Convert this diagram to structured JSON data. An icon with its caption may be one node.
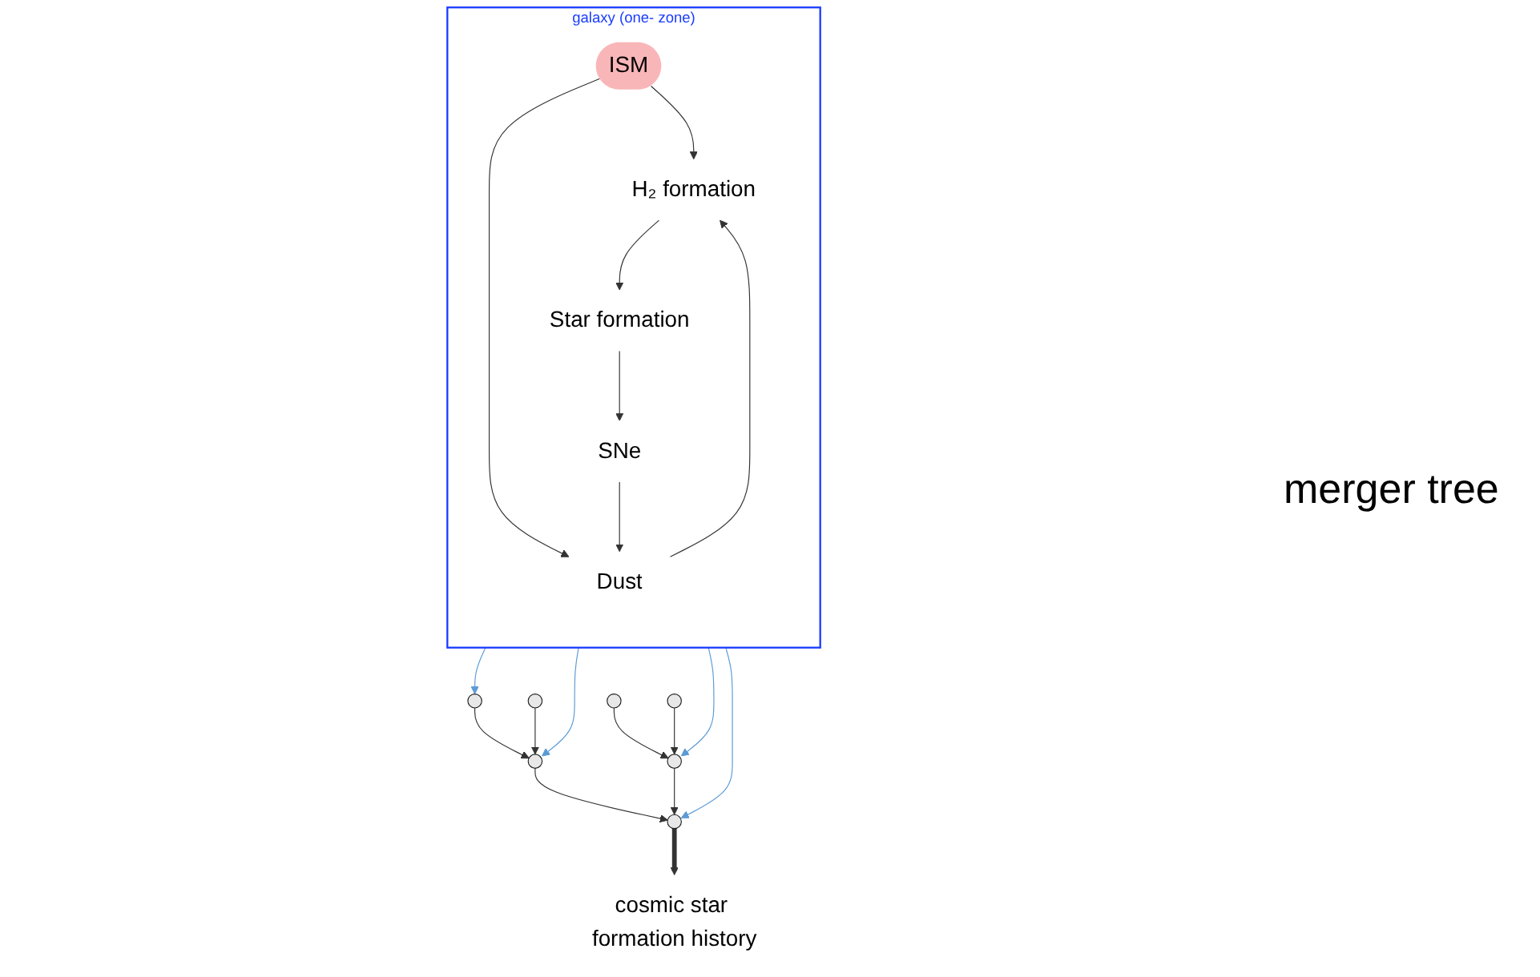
{
  "diagram": {
    "nodes": [
      {
        "text": [
          "galaxy (one- zone)"
        ]
      },
      {
        "text": [
          "ISM"
        ],
        "in": 0
      },
      {
        "text": [
          "SNe"
        ],
        "in": 0
      },
      {
        "text": [
          "Dust"
        ],
        "in": 0
      },
      {
        "text": [
          "H₂ formation"
        ],
        "in": 0
      },
      {
        "text": [
          "Star formation"
        ],
        "in": 0
      },
      {
        "text": [],
        "shape": "circle"
      },
      {
        "text": [],
        "shape": "circle"
      },
      {
        "text": [],
        "shape": "circle"
      },
      {
        "text": [],
        "shape": "circle"
      },
      {
        "text": [],
        "shape": "circle"
      },
      {
        "text": [],
        "shape": "circle"
      },
      {
        "text": [],
        "shape": "circle"
      },
      {
        "text": [
          "cosmic star formation history"
        ]
      }
    ],
    "edges": [
      {
        "from": 1,
        "to": 4,
        "arrow": "to"
      },
      {
        "from": 1,
        "to": 3,
        "arrow": "to"
      },
      {
        "from": 2,
        "to": 3,
        "arrow": "to"
      },
      {
        "from": 3,
        "to": 4,
        "arrow": "to"
      },
      {
        "from": 4,
        "to": 5,
        "arrow": "to"
      },
      {
        "from": 5,
        "to": 2,
        "arrow": "to"
      },
      {
        "from": 0,
        "to": 6,
        "arrow": "to",
        "color": "#5b9bd5"
      },
      {
        "from": 0,
        "to": 10,
        "arrow": "to",
        "color": "#5b9bd5"
      },
      {
        "from": 0,
        "to": 11,
        "arrow": "to",
        "color": "#5b9bd5"
      },
      {
        "from": 0,
        "to": 12,
        "arrow": "to",
        "color": "#5b9bd5"
      },
      {
        "from": 6,
        "to": 10,
        "arrow": "to"
      },
      {
        "from": 7,
        "to": 10,
        "arrow": "to"
      },
      {
        "from": 8,
        "to": 11,
        "arrow": "to"
      },
      {
        "from": 9,
        "to": 11,
        "arrow": "to"
      },
      {
        "from": 10,
        "to": 12,
        "arrow": "to"
      },
      {
        "from": 11,
        "to": 12,
        "arrow": "to"
      },
      {
        "from": 12,
        "to": 13,
        "arrow": "to",
        "style": "thick"
      }
    ],
    "labels": [
      "merger tree"
    ]
  }
}
